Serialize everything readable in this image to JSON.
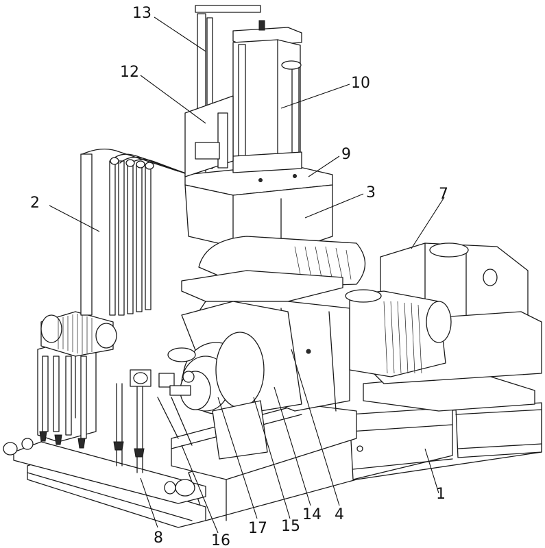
{
  "callouts": [
    {
      "id": "1",
      "text": "1"
    },
    {
      "id": "2",
      "text": "2"
    },
    {
      "id": "3",
      "text": "3"
    },
    {
      "id": "4",
      "text": "4"
    },
    {
      "id": "7",
      "text": "7"
    },
    {
      "id": "8",
      "text": "8"
    },
    {
      "id": "9",
      "text": "9"
    },
    {
      "id": "10",
      "text": "10"
    },
    {
      "id": "12",
      "text": "12"
    },
    {
      "id": "13",
      "text": "13"
    },
    {
      "id": "14",
      "text": "14"
    },
    {
      "id": "15",
      "text": "15"
    },
    {
      "id": "16",
      "text": "16"
    },
    {
      "id": "17",
      "text": "17"
    }
  ]
}
